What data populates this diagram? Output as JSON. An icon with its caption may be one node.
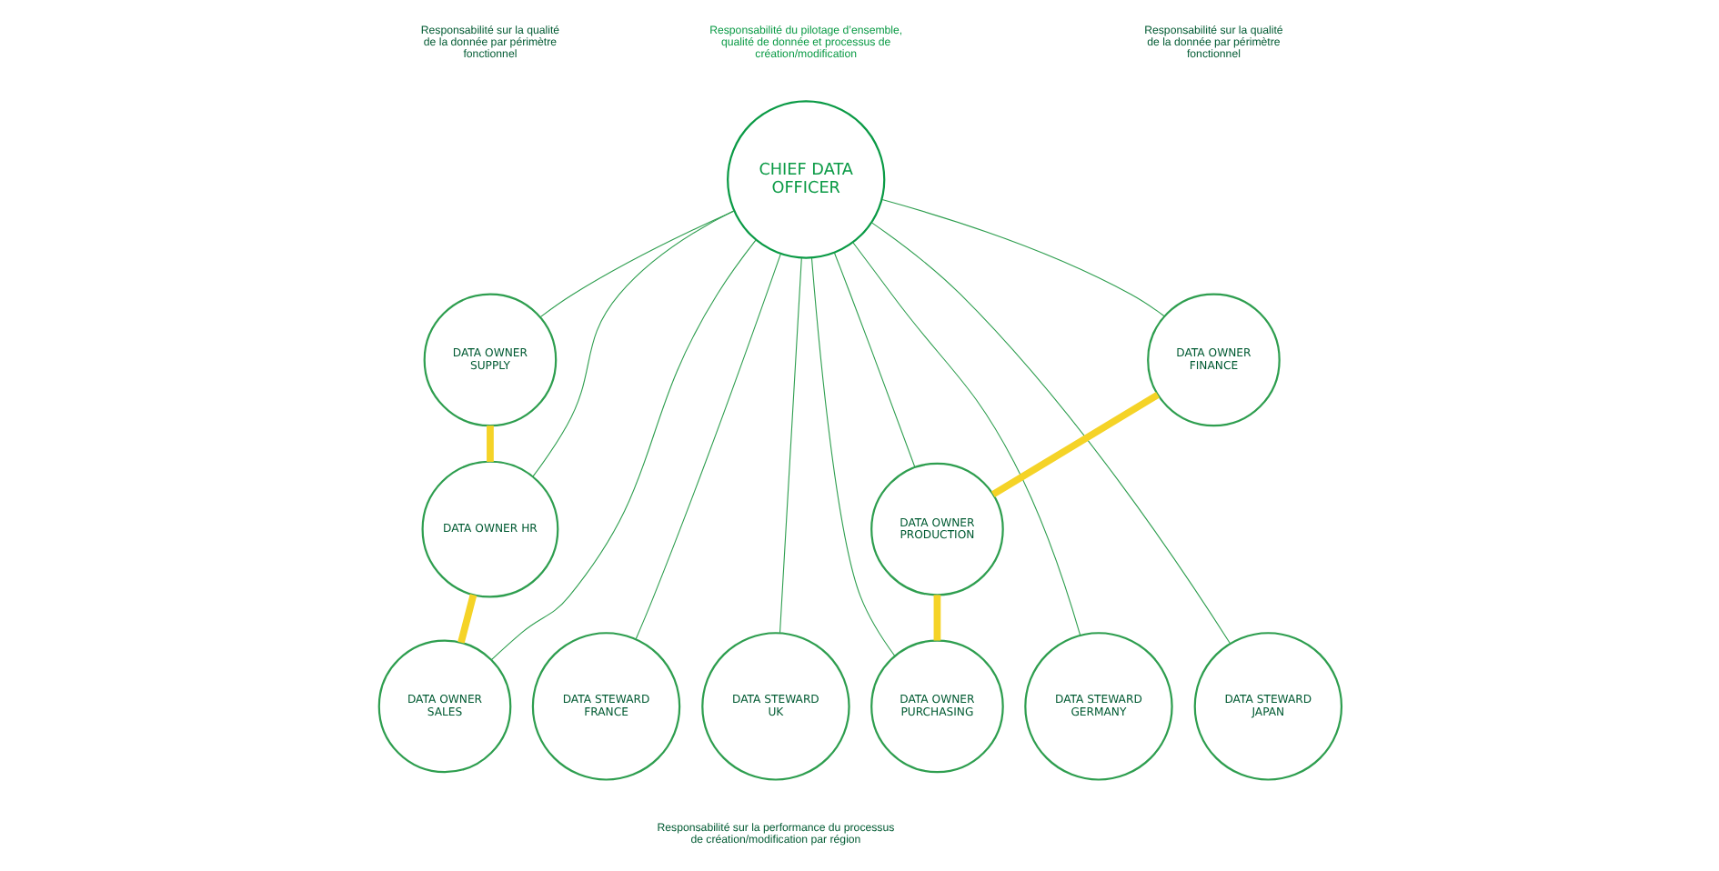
{
  "diagram": {
    "nodes": [
      {
        "text": [
          "CHIEF DATA OFFICER"
        ],
        "beside": [
          "Responsabilité du pilotage d’ensemble, qualité de donnée et processus de création/modification"
        ]
      },
      {
        "text": [
          "DATA OWNER FINANCE"
        ]
      },
      {
        "text": [
          "DATA OWNER PRODUCTION"
        ]
      },
      {
        "text": [
          "DATA OWNER PURCHASING"
        ]
      },
      {
        "text": [
          "DATA OWNER SUPPLY"
        ]
      },
      {
        "text": [
          "DATA OWNER HR"
        ]
      },
      {
        "text": [
          "DATA OWNER SALES"
        ]
      },
      {
        "text": [
          "DATA STEWARD FRANCE"
        ]
      },
      {
        "text": [
          "DATA STEWARD UK"
        ]
      },
      {
        "text": [
          "DATA STEWARD GERMANY"
        ]
      },
      {
        "text": [
          "DATA STEWARD JAPAN"
        ]
      }
    ],
    "edges": [
      {
        "from": 0,
        "to": 1,
        "arrow": "none"
      },
      {
        "from": 0,
        "to": 2,
        "arrow": "none"
      },
      {
        "from": 0,
        "to": 3,
        "arrow": "none"
      },
      {
        "from": 0,
        "to": 4,
        "arrow": "none"
      },
      {
        "from": 0,
        "to": 5,
        "arrow": "none"
      },
      {
        "from": 0,
        "to": 6,
        "arrow": "none"
      },
      {
        "from": 0,
        "to": 7,
        "arrow": "none"
      },
      {
        "from": 0,
        "to": 8,
        "arrow": "none"
      },
      {
        "from": 0,
        "to": 9,
        "arrow": "none"
      },
      {
        "from": 0,
        "to": 10,
        "arrow": "none"
      },
      {
        "from": 1,
        "to": 2,
        "arrow": "none",
        "style": "thick",
        "color": "#f5d327"
      },
      {
        "from": 2,
        "to": 3,
        "arrow": "none",
        "style": "thick",
        "color": "#f5d327"
      },
      {
        "from": 4,
        "to": 5,
        "arrow": "none",
        "style": "thick",
        "color": "#f5d327"
      },
      {
        "from": 5,
        "to": 6,
        "arrow": "none",
        "style": "thick",
        "color": "#f5d327"
      }
    ],
    "labels": [
      "Responsabilité sur la qualité de la donnée par périmètre fonctionnel",
      "Responsabilité sur la qualité de la donnée par périmètre fonctionnel",
      "Responsabilité sur la performance du processus de création/modification par région"
    ]
  }
}
